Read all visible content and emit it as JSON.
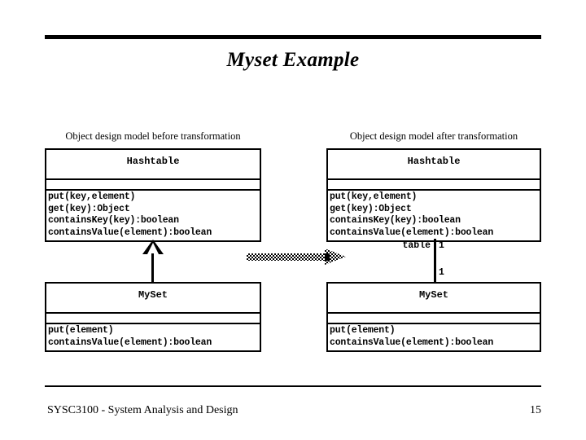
{
  "slide": {
    "title": "Myset Example",
    "page_number": "15",
    "footer_text": "SYSC3100 - System Analysis and Design"
  },
  "columns": {
    "before": {
      "caption": "Object design model before transformation"
    },
    "after": {
      "caption": "Object design model after transformation"
    }
  },
  "classes": {
    "hashtable_before": {
      "name": "Hashtable",
      "attributes": [],
      "operations": [
        "put(key,element)",
        "get(key):Object",
        "containsKey(key):boolean",
        "containsValue(element):boolean"
      ]
    },
    "hashtable_after": {
      "name": "Hashtable",
      "attributes": [],
      "operations": [
        "put(key,element)",
        "get(key):Object",
        "containsKey(key):boolean",
        "containsValue(element):boolean"
      ]
    },
    "myset_before": {
      "name": "MySet",
      "attributes": [],
      "operations": [
        "put(element)",
        "containsValue(element):boolean"
      ]
    },
    "myset_after": {
      "name": "MySet",
      "attributes": [],
      "operations": [
        "put(element)",
        "containsValue(element):boolean"
      ]
    }
  },
  "relationships": {
    "generalization": {
      "kind": "generalization",
      "from": "MySet",
      "to": "Hashtable",
      "arrow": "hollow-triangle"
    },
    "association": {
      "kind": "association",
      "from": "MySet",
      "to": "Hashtable",
      "role_label": "table",
      "multiplicity_target": "1",
      "multiplicity_source": "1"
    },
    "transformation": {
      "kind": "transformation-arrow",
      "direction": "right",
      "style": "dithered-grey"
    }
  },
  "colors": {
    "ink": "#000000",
    "paper": "#ffffff",
    "arrow_fill": "#808080"
  }
}
